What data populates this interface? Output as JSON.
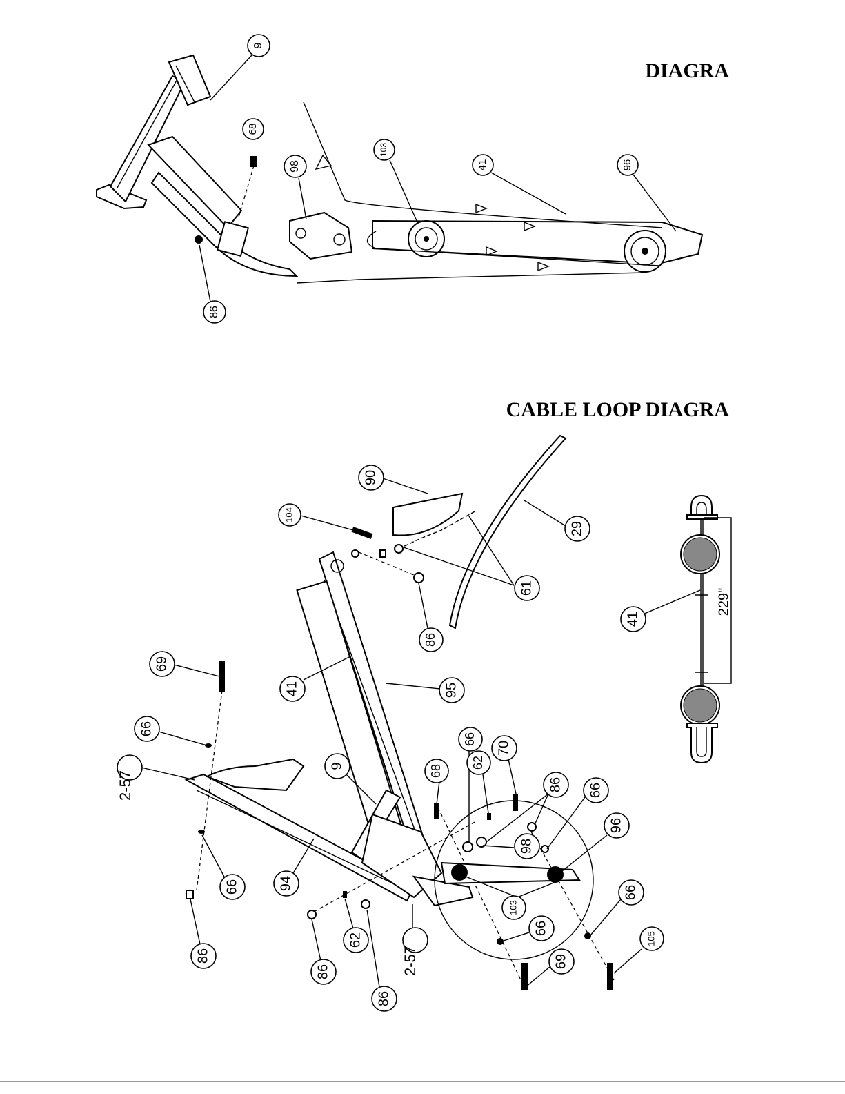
{
  "headings": {
    "top": "DIAGRA",
    "bottom": "CABLE LOOP DIAGRA"
  },
  "top_diagram": {
    "callouts": [
      "9",
      "68",
      "98",
      "103",
      "41",
      "96",
      "86"
    ]
  },
  "bottom_diagram": {
    "callouts": [
      "104",
      "90",
      "29",
      "61",
      "86",
      "69",
      "66",
      "2-57",
      "41",
      "95",
      "9",
      "94",
      "66",
      "86",
      "86",
      "62",
      "86",
      "2-57",
      "68",
      "66",
      "62",
      "70",
      "86",
      "98",
      "66",
      "96",
      "103",
      "66",
      "69",
      "66",
      "105"
    ]
  },
  "cable_loop": {
    "part": "41",
    "length_label": "229\""
  }
}
